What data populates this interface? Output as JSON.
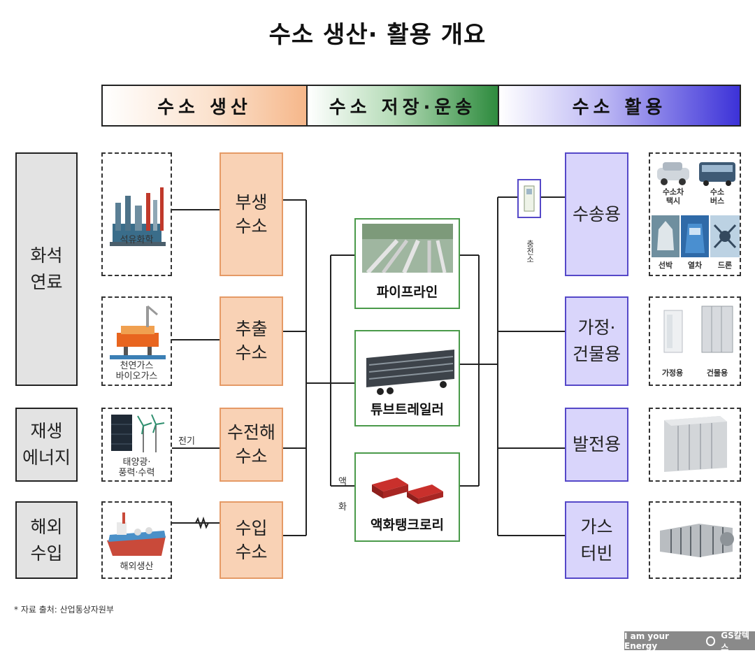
{
  "title": "수소 생산· 활용 개요",
  "stages": {
    "production": "수소 생산",
    "storage": "수소 저장·운송",
    "usage": "수소 활용"
  },
  "sources": {
    "fossil": "화석\n연료",
    "renewable": "재생\n에너지",
    "overseas": "해외\n수입"
  },
  "source_images": {
    "petrochem": "석유화학",
    "gas": "천연가스\n바이오가스",
    "solar": "태양광·\n풍력·수력",
    "overseas": "해외생산"
  },
  "production_methods": {
    "byproduct": "부생\n수소",
    "extraction": "추출\n수소",
    "electrolysis": "수전해\n수소",
    "import": "수입\n수소"
  },
  "edge_labels": {
    "electricity": "전기",
    "liquefaction": "액\n화"
  },
  "transport": {
    "pipeline": "파이프라인",
    "tube_trailer": "튜브트레일러",
    "liquid_lorry": "액화탱크로리"
  },
  "charging_station": "충전소",
  "uses": {
    "transport": "수송용",
    "building": "가정·\n건물용",
    "power": "발전용",
    "turbine": "가스\n터빈"
  },
  "use_images": {
    "taxi": "수소차\n택시",
    "bus": "수소\n버스",
    "ship": "선박",
    "train": "열차",
    "drone": "드론",
    "home": "가정용",
    "building": "건물용"
  },
  "footer": {
    "source": "* 자료 출처: 산업통상자원부",
    "slogan": "I am your Energy",
    "brand": "GS칼텍스"
  },
  "colors": {
    "production_band": "#f6b78a",
    "storage_band": "#2e8b3e",
    "usage_band": "#3c32d8",
    "production_box": "#f9d2b5",
    "usage_box": "#d9d5fb",
    "category_box": "#e3e3e3"
  }
}
